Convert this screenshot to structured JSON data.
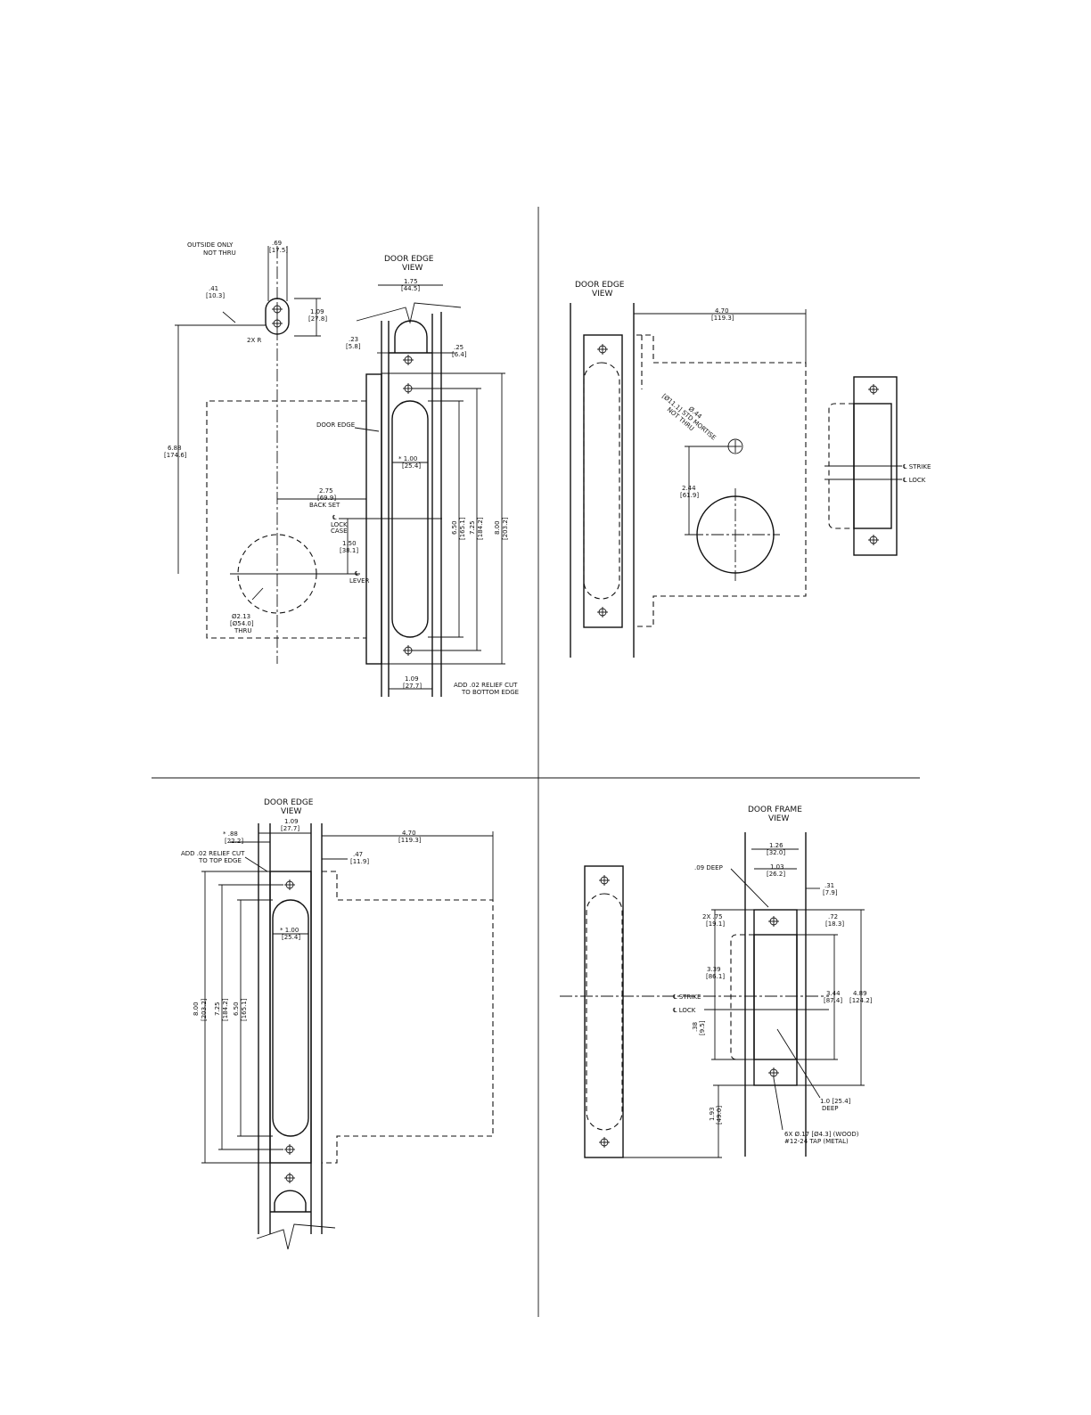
{
  "views": {
    "tl": {
      "title": [
        "DOOR EDGE",
        "VIEW"
      ],
      "labels": {
        "outside": [
          "OUTSIDE ONLY",
          "NOT THRU"
        ],
        "d069": [
          ".69",
          "[17.5]"
        ],
        "d041": [
          ".41",
          "[10.3]"
        ],
        "d109": [
          "1.09",
          "[27.8]"
        ],
        "r2x": "2X R",
        "d688": [
          "6.88",
          "[174.6]"
        ],
        "d175": [
          "1.75",
          "[44.5]"
        ],
        "d023": [
          ".23",
          "[5.8]"
        ],
        "d025": [
          ".25",
          "[6.4]"
        ],
        "dooredge": "DOOR EDGE",
        "d100": [
          "* 1.00",
          "[25.4]"
        ],
        "d275": [
          "2.75",
          "[69.9]",
          "BACK SET"
        ],
        "cllock": [
          "℄",
          "LOCK",
          "CASE"
        ],
        "d150": [
          "1.50",
          "[38.1]"
        ],
        "cllever": [
          "℄",
          "LEVER"
        ],
        "hole": [
          "Ø2.13",
          "[Ø54.0]",
          "THRU"
        ],
        "d650": [
          "6.50",
          "[165.1]"
        ],
        "d725": [
          "7.25",
          "[184.2]"
        ],
        "d800": [
          "8.00",
          "[203.2]"
        ],
        "d109b": [
          "1.09",
          "[27.7]"
        ],
        "relief": [
          "ADD .02 RELIEF CUT",
          "TO BOTTOM EDGE"
        ]
      }
    },
    "tr": {
      "title": [
        "DOOR EDGE",
        "VIEW"
      ],
      "labels": {
        "d470": [
          "4.70",
          "[119.3]"
        ],
        "mortise": [
          "Ø.44",
          "[Ø11.1] STD MORTISE",
          "NOT THRU"
        ],
        "d244": [
          "2.44",
          "[61.9]"
        ],
        "clstrike": "℄ STRIKE",
        "cllock": "℄ LOCK"
      }
    },
    "bl": {
      "title": [
        "DOOR EDGE",
        "VIEW"
      ],
      "labels": {
        "d088": [
          "* .88",
          "[22.2]"
        ],
        "d109": [
          "1.09",
          "[27.7]"
        ],
        "d470": [
          "4.70",
          "[119.3]"
        ],
        "d047": [
          ".47",
          "[11.9]"
        ],
        "relief": [
          "ADD .02 RELIEF CUT",
          "TO TOP EDGE"
        ],
        "d100": [
          "* 1.00",
          "[25.4]"
        ],
        "d800": [
          "8.00",
          "[203.2]"
        ],
        "d725": [
          "7.25",
          "[184.2]"
        ],
        "d650": [
          "6.50",
          "[165.1]"
        ]
      }
    },
    "br": {
      "title": [
        "DOOR FRAME",
        "VIEW"
      ],
      "labels": {
        "d126": [
          "1.26",
          "[32.0]"
        ],
        "d103": [
          "1.03",
          "[26.2]"
        ],
        "deep09": ".09 DEEP",
        "d031": [
          ".31",
          "[7.9]"
        ],
        "d2x75": [
          "2X .75",
          "[19.1]"
        ],
        "d072": [
          ".72",
          "[18.3]"
        ],
        "d339": [
          "3.39",
          "[86.1]"
        ],
        "d344": [
          "3.44",
          "[87.4]"
        ],
        "d489": [
          "4.89",
          "[124.2]"
        ],
        "clstrike": "℄ STRIKE",
        "cllock": "℄ LOCK",
        "d038": [
          ".38",
          "[9.5]"
        ],
        "deep10": [
          "1.0 [25.4]",
          "DEEP"
        ],
        "d193": [
          "1.93",
          "[49.0]"
        ],
        "screws": [
          "6X Ø.17 [Ø4.3] (WOOD)",
          "#12-24 TAP (METAL)"
        ]
      }
    }
  }
}
